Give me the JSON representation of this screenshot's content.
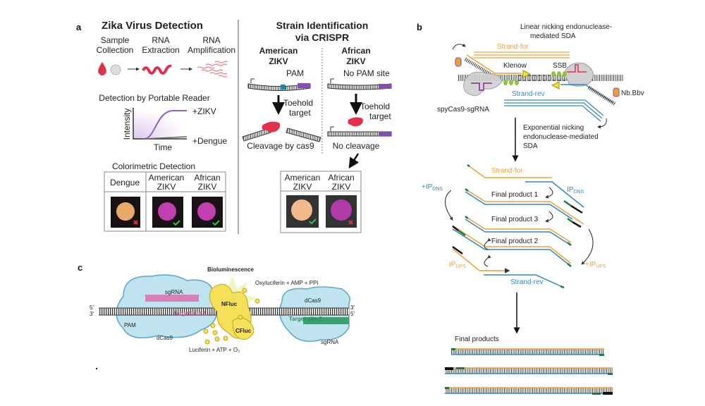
{
  "panel_a": {
    "label": "a",
    "title": "Zika Virus Detection",
    "steps": [
      [
        "Sample",
        "Collection"
      ],
      [
        "RNA",
        "Extraction"
      ],
      [
        "RNA",
        "Amplification"
      ]
    ],
    "reader_title": "Detection by Portable Reader",
    "y_axis": "Intensity",
    "x_axis": "Time",
    "curve_labels": [
      "+ZIKV",
      "+Dengue"
    ],
    "colorimetric_title": "Colorimetric Detection",
    "table": [
      {
        "header": [
          "Dengue",
          ""
        ],
        "result": "cross-icon",
        "color": "#e9a96a"
      },
      {
        "header": [
          "American",
          "ZIKV"
        ],
        "result": "check-icon",
        "color": "#c23fb0"
      },
      {
        "header": [
          "African",
          "ZIKV"
        ],
        "result": "check-icon",
        "color": "#c23fb0"
      }
    ]
  },
  "strain": {
    "title": [
      "Strain Identification",
      "via CRISPR"
    ],
    "american": {
      "title": [
        "American",
        "ZIKV"
      ],
      "pam": "PAM",
      "toehold": [
        "Toehold",
        "target"
      ],
      "result": "Cleavage by cas9"
    },
    "african": {
      "title": [
        "African",
        "ZIKV"
      ],
      "pam": "No PAM site",
      "toehold": [
        "Toehold",
        "target"
      ],
      "result": "No cleavage"
    },
    "table": [
      {
        "header": [
          "American",
          "ZIKV"
        ],
        "result": "check-icon",
        "color": "#f2b98a"
      },
      {
        "header": [
          "African",
          "ZIKV"
        ],
        "result": "cross-icon",
        "color": "#b03aa8"
      }
    ]
  },
  "panel_b": {
    "label": "b",
    "linear_title": [
      "Linear nicking endonuclease-",
      "mediated SDA"
    ],
    "strand_for": "Strand-for",
    "strand_rev": "Strand-rev",
    "klenow": "Klenow",
    "ssb": "SSB",
    "nicking_enzyme": "Nb.Bbv",
    "cas9": "spyCas9-sgRNA",
    "exp_title": [
      "Exponential nicking",
      "endonuclease-mediated",
      "SDA"
    ],
    "final_products": [
      "Final product 1",
      "Final product 3",
      "Final product 2"
    ],
    "ip_dns_plus": {
      "main": "+IP",
      "sub": "DNS"
    },
    "ip_dns": {
      "main": "IP",
      "sub": "DNS"
    },
    "ip_ups": {
      "main": "IP",
      "sub": "UPS"
    },
    "ip_ups_plus": {
      "main": "+IP",
      "sub": "UPS"
    },
    "final_products_title": "Final products",
    "colors": {
      "forward": "#f0a030",
      "reverse": "#2f86c6",
      "primer": "#1d7a3e"
    }
  },
  "panel_c": {
    "label": "c",
    "title": "Bioluminescence",
    "products": "Oxyluciferin + AMP + PPi",
    "substrates": "Luciferin + ATP + O₂",
    "sgrna_left": "sgRNA",
    "target1": "Target site 1",
    "pam": "PAM",
    "dcas9_left": "dCas9",
    "nfluc": "NFluc",
    "cfluc": "CFluc",
    "dcas9_right": "dCas9",
    "target2": "Target site 2",
    "sgrna_right": "sgRNA",
    "ends_left": [
      "5'",
      "3'"
    ],
    "ends_right": [
      "3'",
      "5'"
    ]
  }
}
